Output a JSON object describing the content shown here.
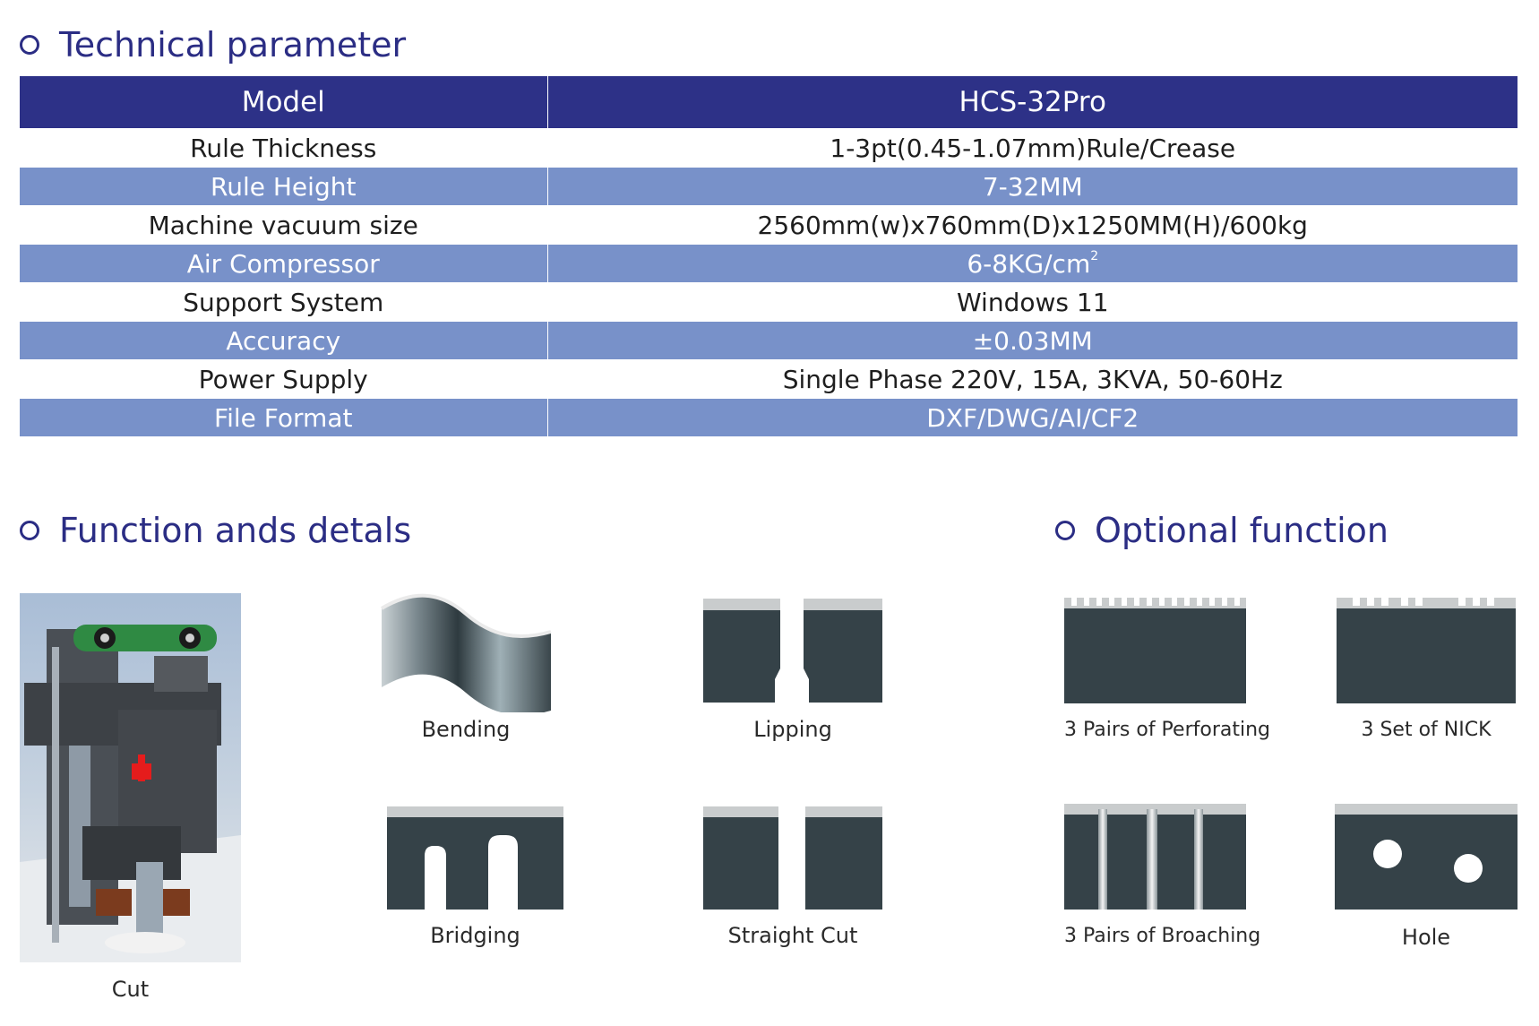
{
  "technical": {
    "title": "Technical parameter",
    "header": {
      "label": "Model",
      "value": "HCS-32Pro"
    },
    "rows": [
      {
        "label": "Rule Thickness",
        "value": "1-3pt(0.45-1.07mm)Rule/Crease"
      },
      {
        "label": "Rule Height",
        "value": "7-32MM"
      },
      {
        "label": "Machine vacuum size",
        "value": "2560mm(w)x760mm(D)x1250MM(H)/600kg"
      },
      {
        "label": "Air Compressor",
        "value": "6-8KG/cm",
        "superscript": "2"
      },
      {
        "label": "Support System",
        "value": "Windows 11"
      },
      {
        "label": "Accuracy",
        "value": "±0.03MM"
      },
      {
        "label": "Power Supply",
        "value": "Single Phase 220V, 15A, 3KVA, 50-60Hz"
      },
      {
        "label": "File Format",
        "value": "DXF/DWG/AI/CF2"
      }
    ]
  },
  "functions": {
    "title": "Function ands detals",
    "items": {
      "cut": "Cut",
      "bending": "Bending",
      "lipping": "Lipping",
      "bridging": "Bridging",
      "straight_cut": "Straight Cut"
    }
  },
  "optional": {
    "title": "Optional function",
    "items": {
      "perforating": "3 Pairs of Perforating",
      "nick": "3 Set of NICK",
      "broaching": "3 Pairs of Broaching",
      "hole": "Hole"
    }
  },
  "colors": {
    "title": "#2b2d84",
    "header_bg": "#2d3187",
    "stripe_bg": "#7891c9",
    "blade": "#354248"
  }
}
